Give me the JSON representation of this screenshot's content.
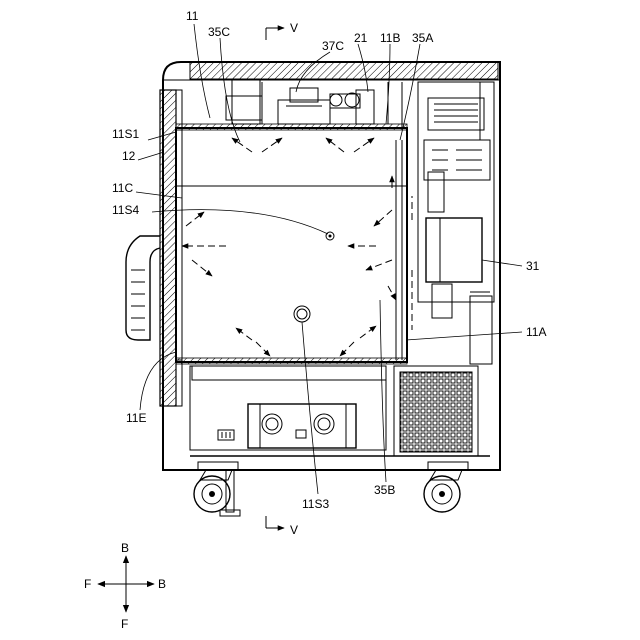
{
  "labels": {
    "l_11": "11",
    "l_35C": "35C",
    "l_V_top": "V",
    "l_37C": "37C",
    "l_21": "21",
    "l_11B": "11B",
    "l_35A": "35A",
    "l_11S1": "11S1",
    "l_12": "12",
    "l_11C": "11C",
    "l_11S4": "11S4",
    "l_31": "31",
    "l_11A": "11A",
    "l_11E": "11E",
    "l_11S3": "11S3",
    "l_35B": "35B",
    "l_V_bottom": "V"
  },
  "direction_indicator": {
    "up": "B",
    "down": "F",
    "left": "F",
    "right": "B"
  }
}
